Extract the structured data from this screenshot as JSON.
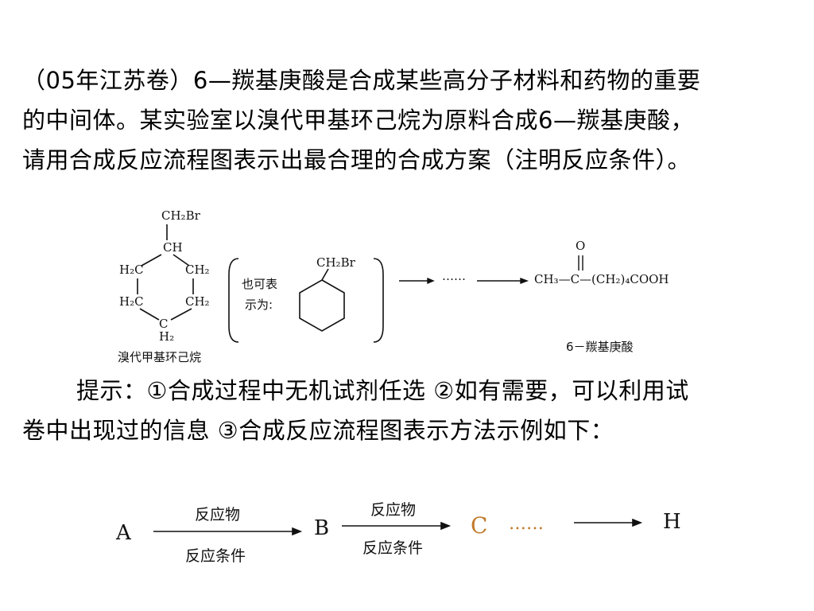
{
  "question": {
    "lines": [
      "（05年江苏卷）6—羰基庚酸是合成某些高分子材料和药物的重要",
      "的中间体。某实验室以溴代甲基环己烷为原料合成6—羰基庚酸，",
      "请用合成反应流程图表示出最合理的合成方案（注明反应条件）。"
    ]
  },
  "structures": {
    "left": {
      "top_group": "CH₂Br",
      "ring_ch": "CH",
      "left_upper": "H₂C",
      "right_upper": "CH₂",
      "left_lower": "H₂C",
      "right_lower": "CH₂",
      "bottom": "H₂",
      "bottom_c": "C",
      "caption": "溴代甲基环己烷"
    },
    "alt_label_line1": "也可表",
    "alt_label_line2": "示为:",
    "alt_group": "CH₂Br",
    "dots": "……",
    "product": {
      "o": "O",
      "formula": "CH₃—C—(CH₂)₄COOH",
      "caption": "6－羰基庚酸"
    }
  },
  "hints": {
    "lines": [
      "提示：①合成过程中无机试剂任选 ②如有需要，可以利用试",
      "卷中出现过的信息 ③合成反应流程图表示方法示例如下："
    ]
  },
  "scheme": {
    "a": "A",
    "b": "B",
    "c": "C",
    "h": "H",
    "dots": "……",
    "arrow1_top": "反应物",
    "arrow1_bottom": "反应条件",
    "arrow2_top": "反应物",
    "arrow2_bottom": "反应条件"
  },
  "colors": {
    "c_label": "#c07a2a",
    "arrow": "#111111"
  }
}
